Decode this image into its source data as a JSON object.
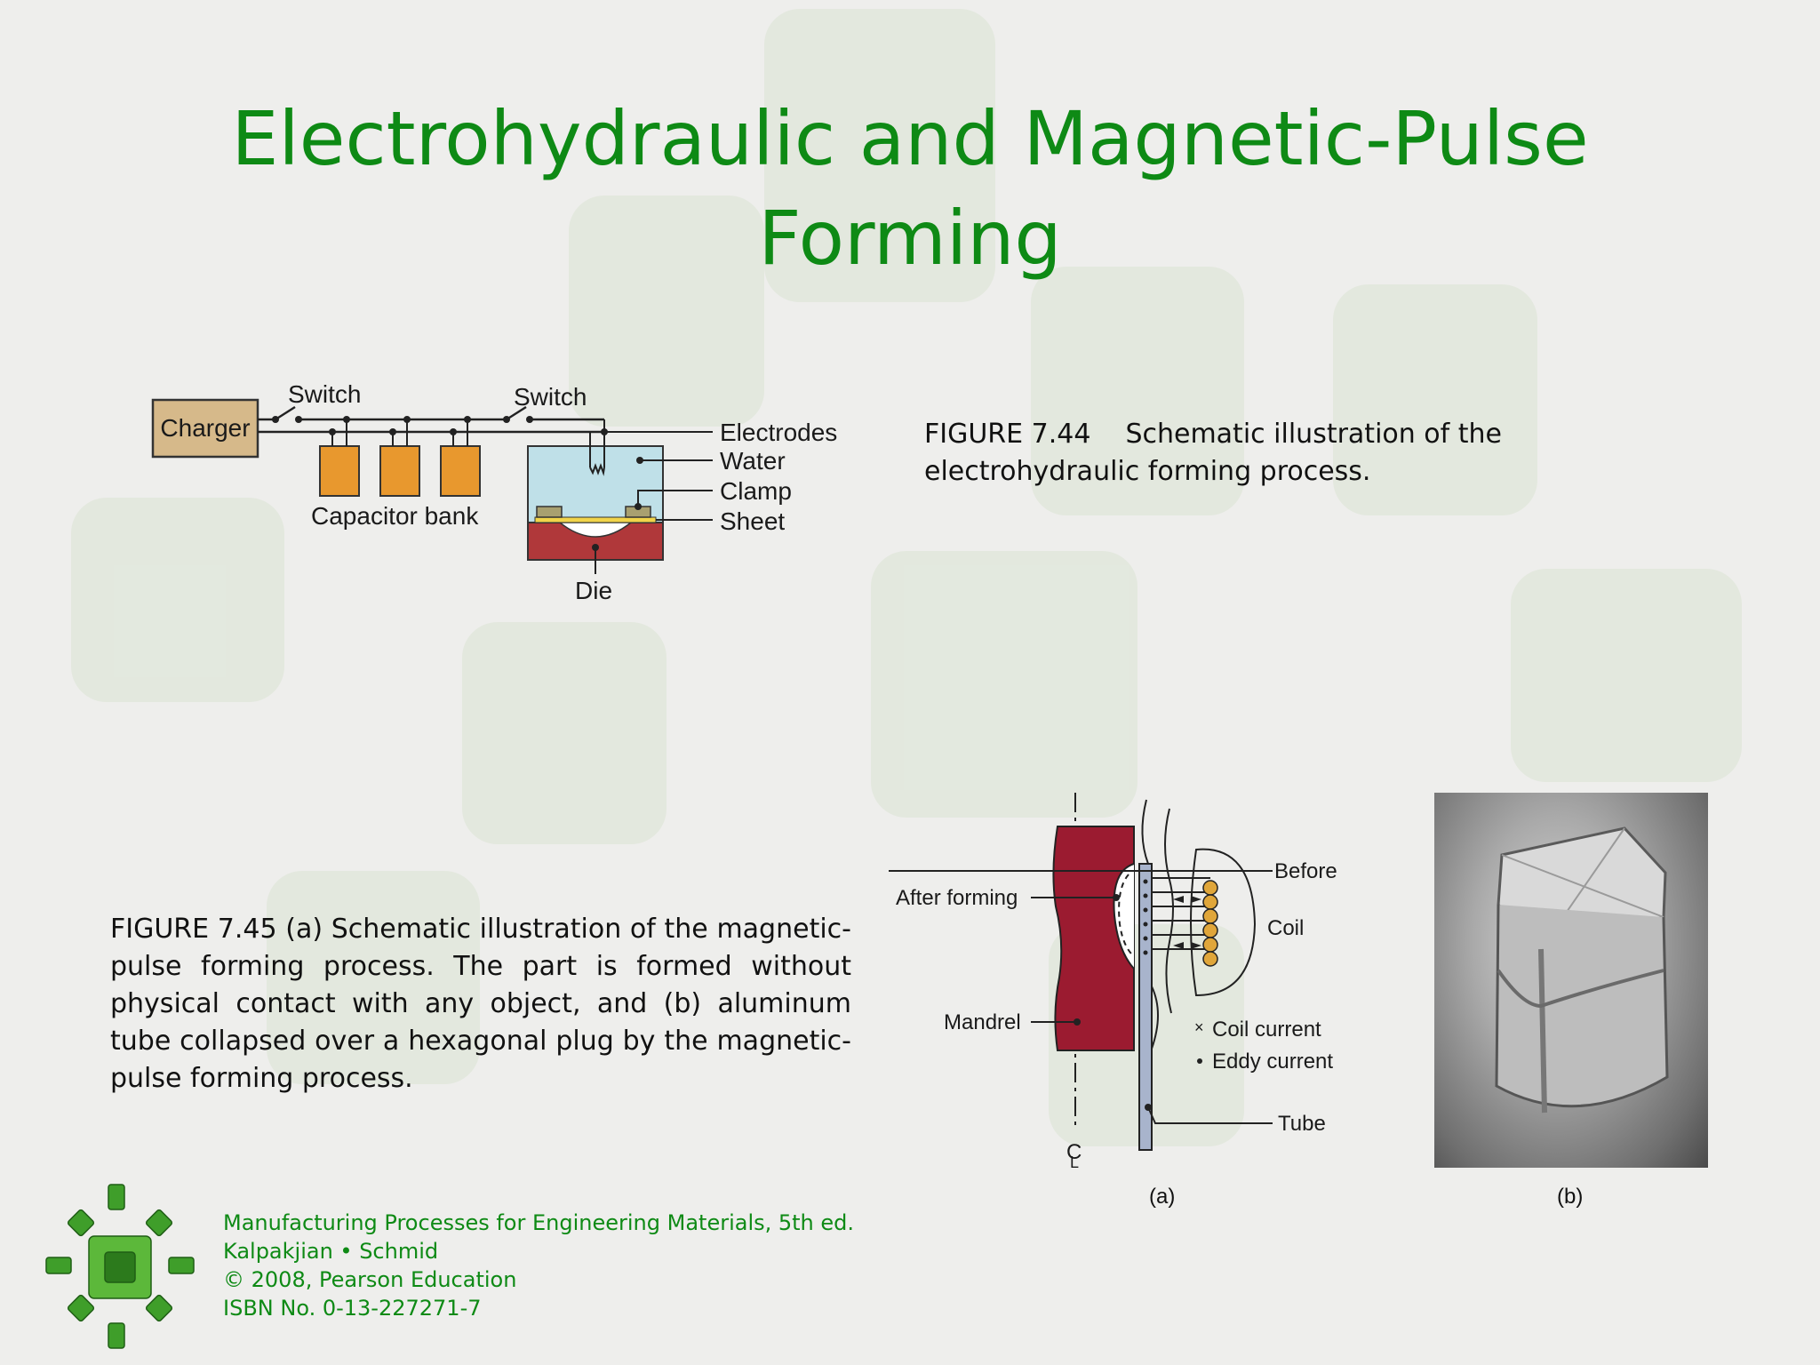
{
  "title": {
    "line1": "Electrohydraulic and Magnetic-Pulse",
    "line2": "Forming"
  },
  "fig744": {
    "caption_number": "FIGURE 7.44",
    "caption_line1": "Schematic illustration of the",
    "caption_line2": "electrohydraulic forming process.",
    "labels": {
      "charger": "Charger",
      "switch1": "Switch",
      "switch2": "Switch",
      "capacitor_bank": "Capacitor bank",
      "electrodes": "Electrodes",
      "water": "Water",
      "clamp": "Clamp",
      "sheet": "Sheet",
      "die": "Die"
    },
    "colors": {
      "charger": "#d6b98a",
      "capacitor": "#e8982e",
      "water": "#bfe0e8",
      "die": "#b0383a",
      "clamp": "#a8a070",
      "sheet": "#f1d44a"
    }
  },
  "fig745": {
    "caption": "FIGURE 7.45  (a) Schematic illustration of the magnetic-pulse forming process. The part is formed without physical contact with any object, and (b) aluminum tube collapsed over a hexagonal plug by the magnetic-pulse forming process.",
    "labels": {
      "after_forming": "After forming",
      "before": "Before",
      "coil": "Coil",
      "mandrel": "Mandrel",
      "coil_current": "Coil current",
      "eddy_current": "Eddy current",
      "tube": "Tube",
      "centerline": "C",
      "centerline_sub": "L",
      "sub_a": "(a)",
      "sub_b": "(b)"
    },
    "colors": {
      "mandrel": "#9b1b30",
      "tube": "#a8b4cc",
      "coil": "#e0a63a"
    }
  },
  "footer": {
    "line1": "Manufacturing Processes for Engineering Materials, 5th ed.",
    "line2": "Kalpakjian • Schmid",
    "line3": "© 2008, Pearson Education",
    "line4": "ISBN No. 0-13-227271-7"
  },
  "theme": {
    "title_color": "#0e8a15",
    "footer_color": "#0e8a15"
  }
}
